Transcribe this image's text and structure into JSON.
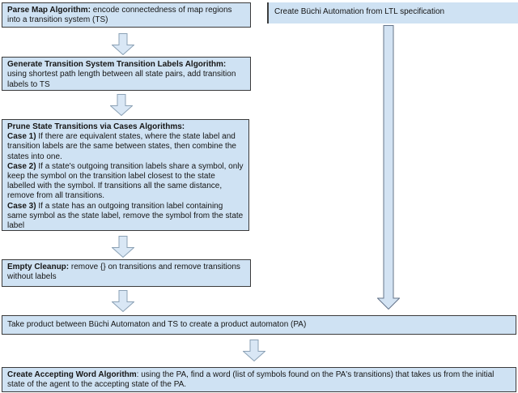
{
  "colors": {
    "box_fill": "#cfe2f3",
    "box_border": "#3b3b3b",
    "arrow_fill": "#d9e7f5",
    "arrow_stroke": "#8ba1b5"
  },
  "flow": {
    "parse_map": {
      "lead": "Parse Map Algorithm:",
      "rest": " encode connectedness of map regions into a transition system (TS)"
    },
    "buchi_box": {
      "text": "Create Büchi Automation from LTL specification"
    },
    "generate_labels": {
      "lead": "Generate Transition System Transition Labels Algorithm:",
      "rest": " using shortest path length between all state pairs, add transition labels to TS"
    },
    "prune": {
      "title": "Prune State Transitions via Cases Algorithms:",
      "cases": [
        {
          "label": "Case 1)",
          "text": " If there are equivalent states, where the state label and transition labels are the same between states, then combine the states into one."
        },
        {
          "label": "Case 2)",
          "text": " If a state's outgoing transition labels share a symbol, only keep the symbol on the transition label closest to the state labelled with the symbol. If transitions all the same distance, remove from all transitions."
        },
        {
          "label": "Case 3)",
          "text": " If a state has an outgoing transition label containing same symbol as the state label, remove the symbol from the state label"
        }
      ]
    },
    "empty_cleanup": {
      "lead": "Empty Cleanup:",
      "rest": " remove {} on transitions and remove transitions without labels"
    },
    "take_product": {
      "text": "Take product between Büchi Automaton and TS to create a product automaton (PA)"
    },
    "accepting_word": {
      "lead": "Create Accepting Word Algorithm",
      "rest": ": using the PA, find a word (list of symbols found on the PA's transitions) that takes us from the initial state of the agent to the accepting state of the PA."
    }
  }
}
